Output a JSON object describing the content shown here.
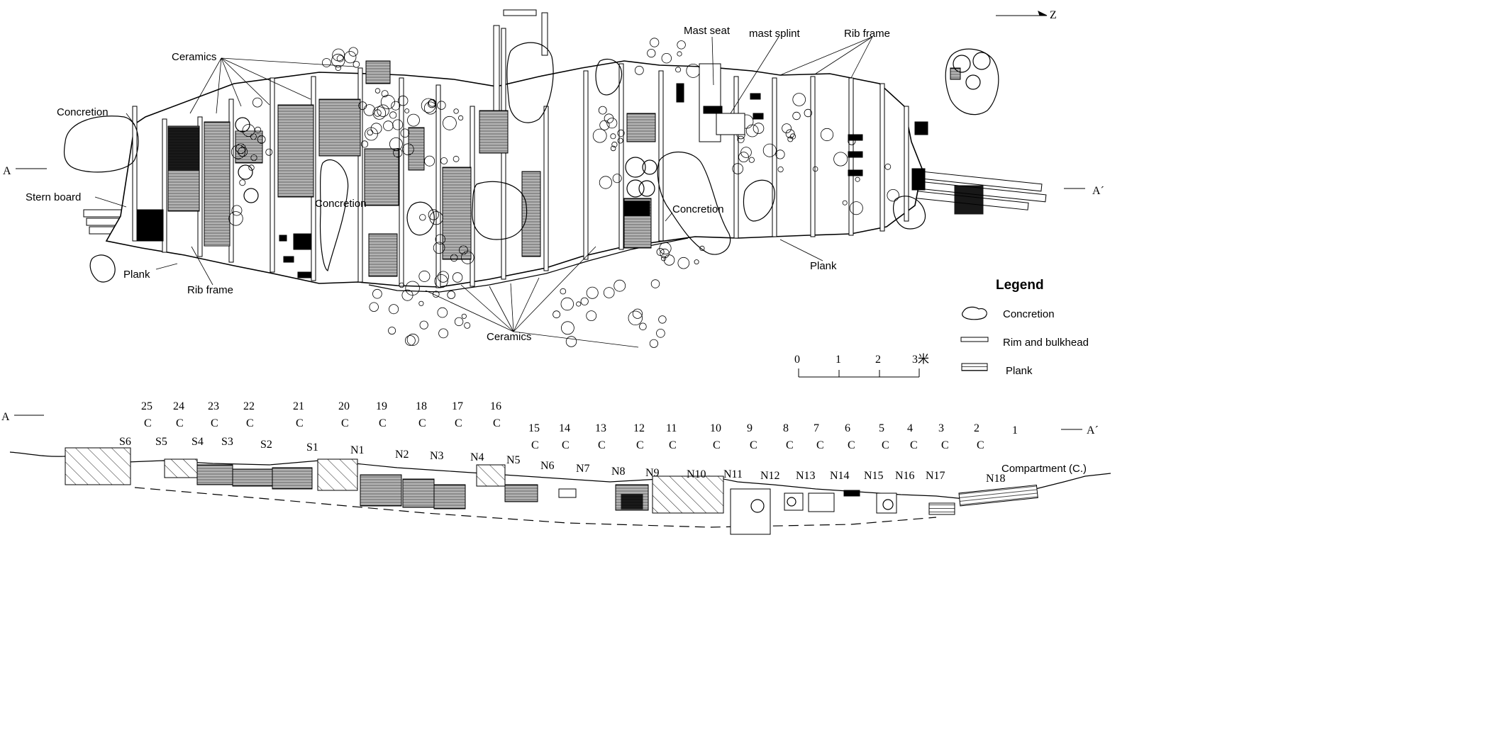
{
  "plan": {
    "labels": {
      "ceramics_top": "Ceramics",
      "ceramics_bottom": "Ceramics",
      "concretion_left": "Concretion",
      "concretion_center": "Concretion",
      "concretion_right": "Concretion",
      "stern_board": "Stern board",
      "plank_left": "Plank",
      "plank_right": "Plank",
      "rib_frame_left": "Rib frame",
      "rib_frame_top": "Rib frame",
      "mast_seat": "Mast seat",
      "mast_splint": "mast splint",
      "section_a": "A",
      "section_a_prime": "A´",
      "north": "Z"
    }
  },
  "legend": {
    "title": "Legend",
    "items": [
      {
        "icon": "concretion-icon",
        "label": "Concretion"
      },
      {
        "icon": "rim-bulkhead-icon",
        "label": "Rim and bulkhead"
      },
      {
        "icon": "plank-icon",
        "label": "Plank"
      }
    ]
  },
  "scale_bar": {
    "ticks": [
      "0",
      "1",
      "2",
      "3米"
    ]
  },
  "section": {
    "label_a": "A",
    "label_a_prime": "A´",
    "compartment_caption": "Compartment (C.)",
    "compartments": [
      {
        "num": "25"
      },
      {
        "num": "24"
      },
      {
        "num": "23"
      },
      {
        "num": "22"
      },
      {
        "num": "21"
      },
      {
        "num": "20"
      },
      {
        "num": "19"
      },
      {
        "num": "18"
      },
      {
        "num": "17"
      },
      {
        "num": "16"
      },
      {
        "num": "15"
      },
      {
        "num": "14"
      },
      {
        "num": "13"
      },
      {
        "num": "12"
      },
      {
        "num": "11"
      },
      {
        "num": "10"
      },
      {
        "num": "9"
      },
      {
        "num": "8"
      },
      {
        "num": "7"
      },
      {
        "num": "6"
      },
      {
        "num": "5"
      },
      {
        "num": "4"
      },
      {
        "num": "3"
      },
      {
        "num": "2"
      },
      {
        "num": "1"
      }
    ],
    "c_mark": "C",
    "frames": [
      "S6",
      "S5",
      "S4",
      "S3",
      "S2",
      "S1",
      "N1",
      "N2",
      "N3",
      "N4",
      "N5",
      "N6",
      "N7",
      "N8",
      "N9",
      "N10",
      "N11",
      "N12",
      "N13",
      "N14",
      "N15",
      "N16",
      "N17",
      "N18"
    ]
  }
}
